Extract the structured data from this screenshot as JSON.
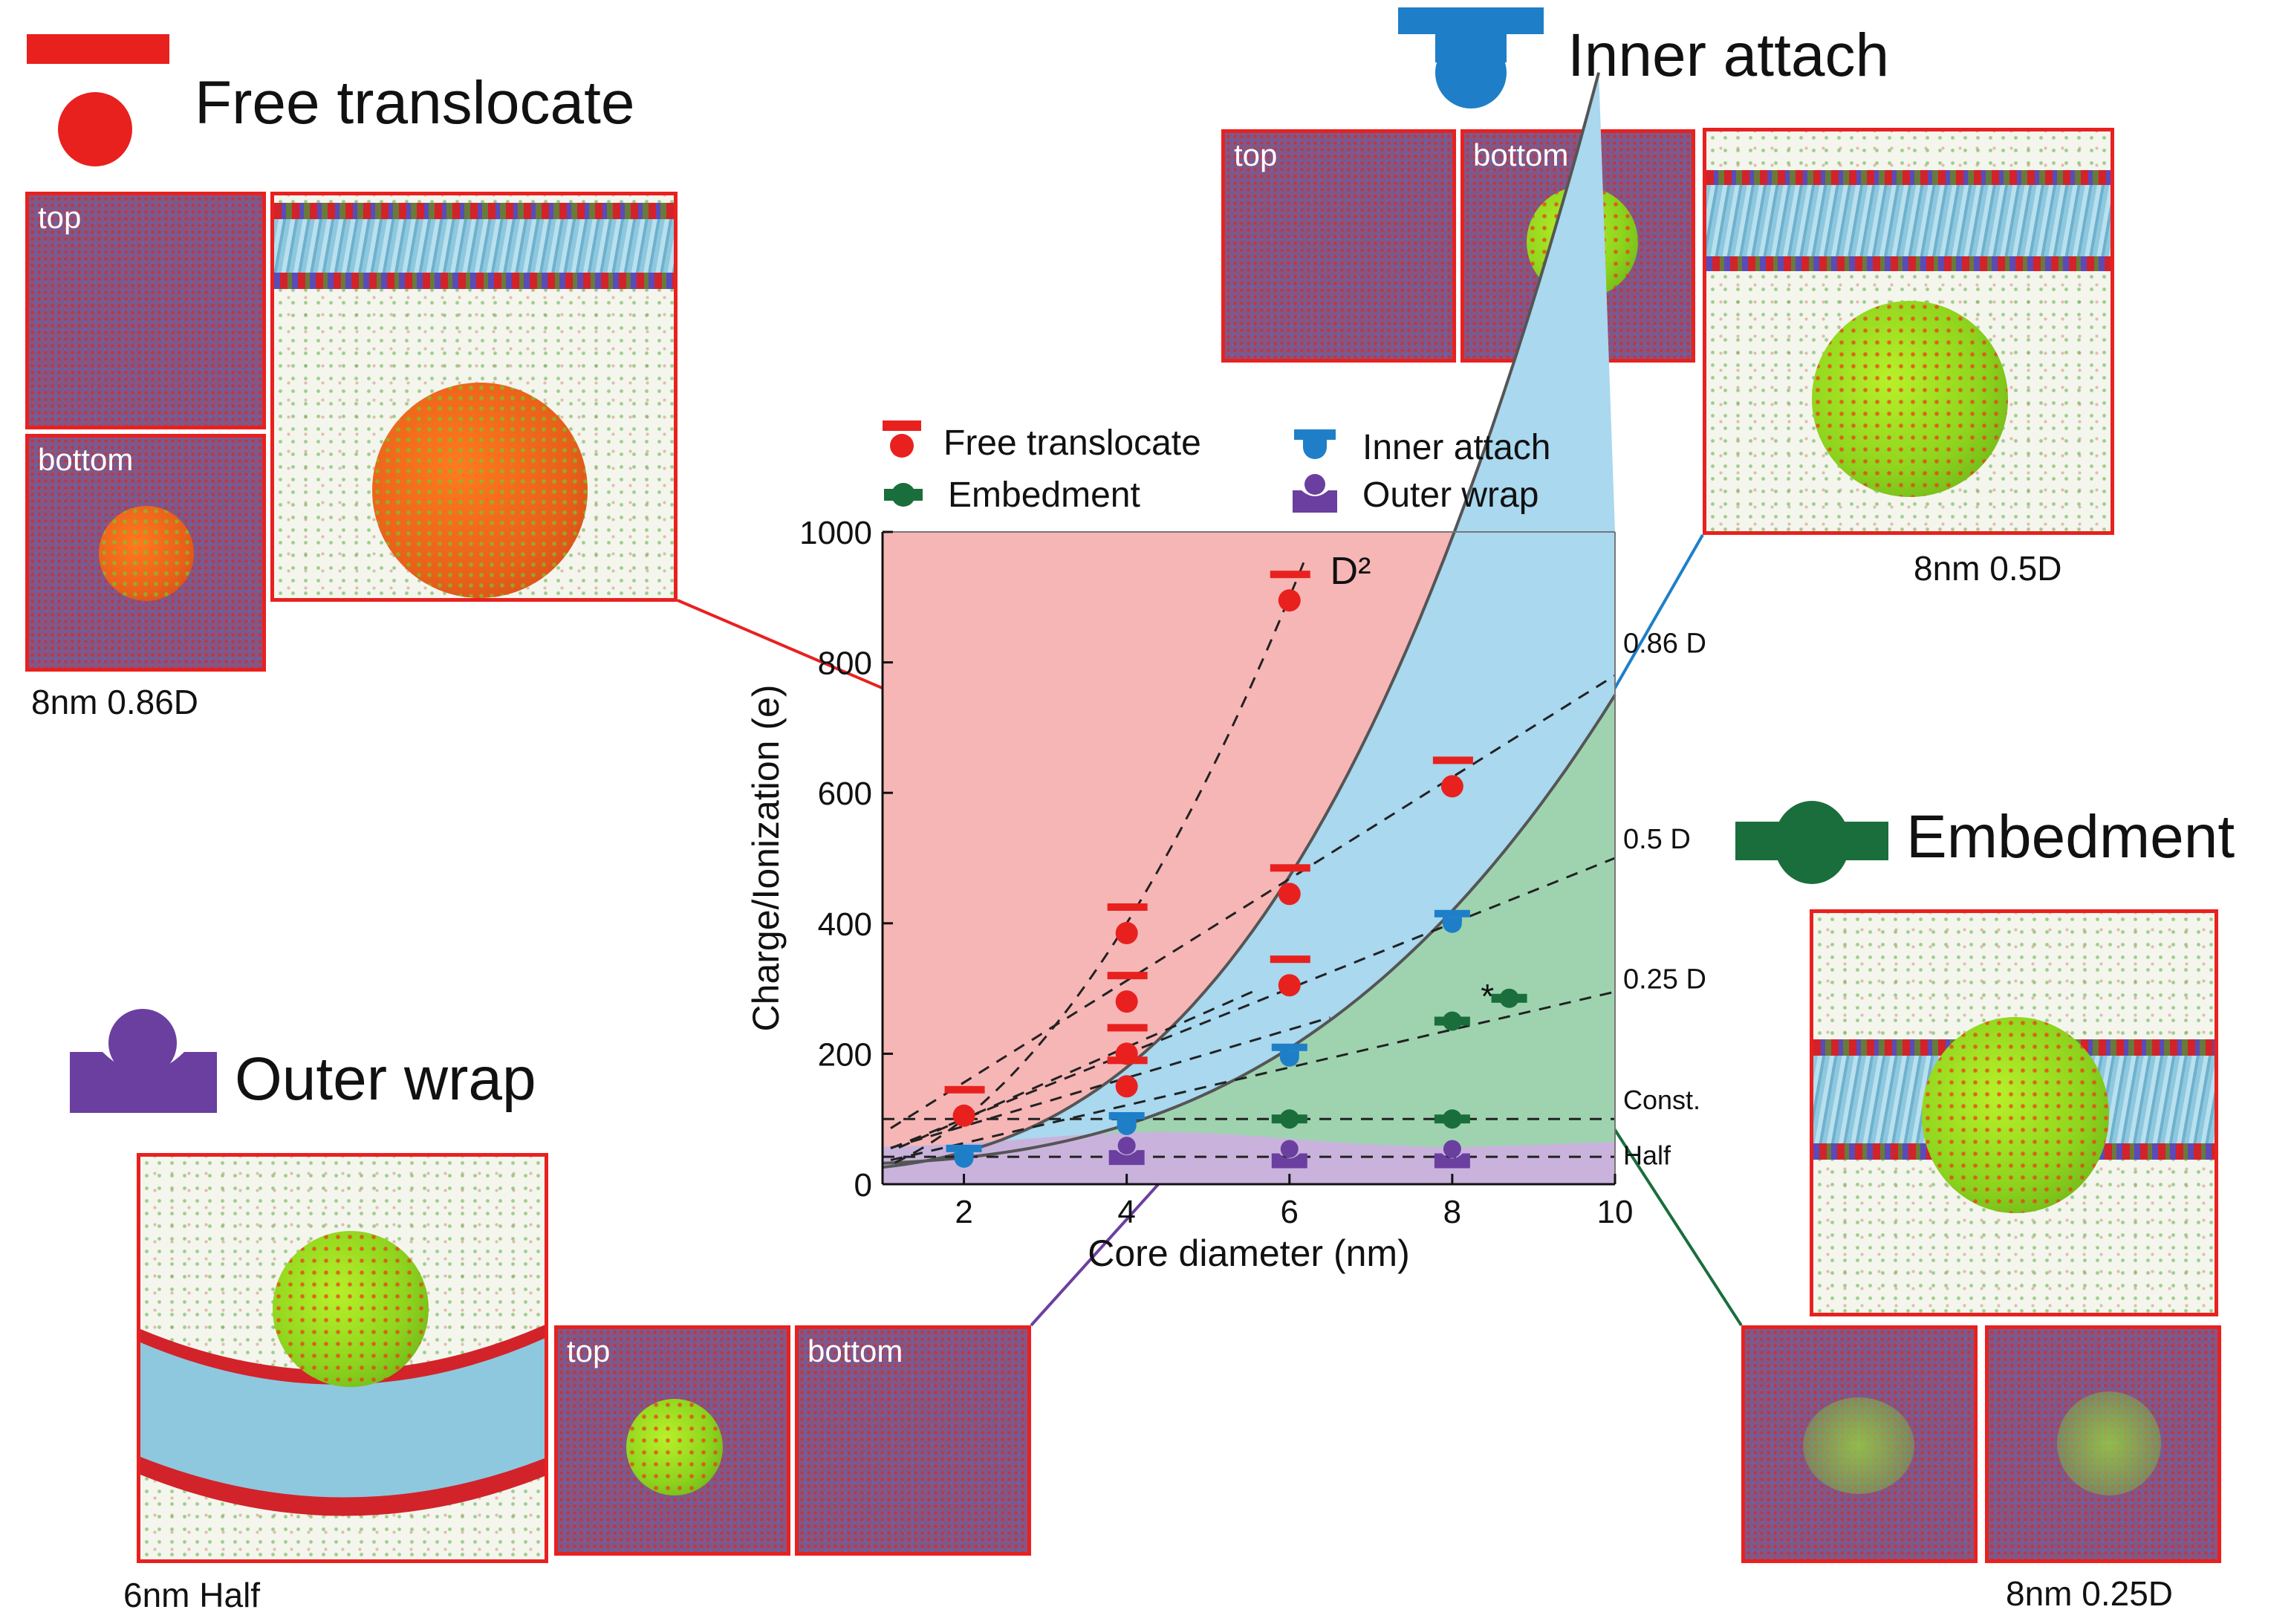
{
  "panels": {
    "free_translocate": {
      "heading": "Free translocate",
      "top_label": "top",
      "bottom_label": "bottom",
      "caption": "8nm  0.86D"
    },
    "inner_attach": {
      "heading": "Inner attach",
      "top_label": "top",
      "bottom_label": "bottom",
      "caption": "8nm  0.5D"
    },
    "embedment": {
      "heading": "Embedment",
      "caption": "8nm  0.25D"
    },
    "outer_wrap": {
      "heading": "Outer wrap",
      "top_label": "top",
      "bottom_label": "bottom",
      "caption": "6nm  Half"
    }
  },
  "colors": {
    "free_translocate": "#e8211f",
    "inner_attach": "#1e7fc8",
    "embedment": "#1a6e3c",
    "outer_wrap": "#6b3fa0",
    "region_free": "#f7b6b6",
    "region_inner": "#a9d8ef",
    "region_embed": "#9fd3b0",
    "region_outer": "#c9b3dc",
    "frame": "#e8211f"
  },
  "chart_data": {
    "type": "scatter",
    "xlabel": "Core diameter (nm)",
    "ylabel": "Charge/Ionization  (e)",
    "xlim": [
      1,
      10
    ],
    "ylim": [
      0,
      1000
    ],
    "xticks": [
      2,
      4,
      6,
      8,
      10
    ],
    "yticks": [
      0,
      200,
      400,
      600,
      800,
      1000
    ],
    "legend": {
      "placement": "top",
      "entries": [
        "Free translocate",
        "Embedment",
        "Inner attach",
        "Outer wrap"
      ]
    },
    "series": [
      {
        "name": "Free translocate",
        "points": [
          [
            2,
            105
          ],
          [
            4,
            385
          ],
          [
            4,
            280
          ],
          [
            4,
            200
          ],
          [
            4,
            150
          ],
          [
            6,
            895
          ],
          [
            6,
            445
          ],
          [
            6,
            305
          ],
          [
            8,
            610
          ]
        ]
      },
      {
        "name": "Inner attach",
        "points": [
          [
            2,
            40
          ],
          [
            4,
            90
          ],
          [
            6,
            195
          ],
          [
            8,
            400
          ]
        ]
      },
      {
        "name": "Embedment",
        "points": [
          [
            6,
            100
          ],
          [
            8,
            100
          ],
          [
            8,
            250
          ],
          [
            8.7,
            285
          ]
        ]
      },
      {
        "name": "Outer wrap",
        "points": [
          [
            4,
            50
          ],
          [
            6,
            45
          ],
          [
            8,
            45
          ]
        ]
      }
    ],
    "reference_lines": [
      {
        "label": "D²"
      },
      {
        "label": "0.86 D"
      },
      {
        "label": "0.5 D"
      },
      {
        "label": "0.25 D"
      },
      {
        "label": "Const."
      },
      {
        "label": "Half"
      }
    ],
    "annotations": [
      {
        "text": "*"
      }
    ]
  }
}
